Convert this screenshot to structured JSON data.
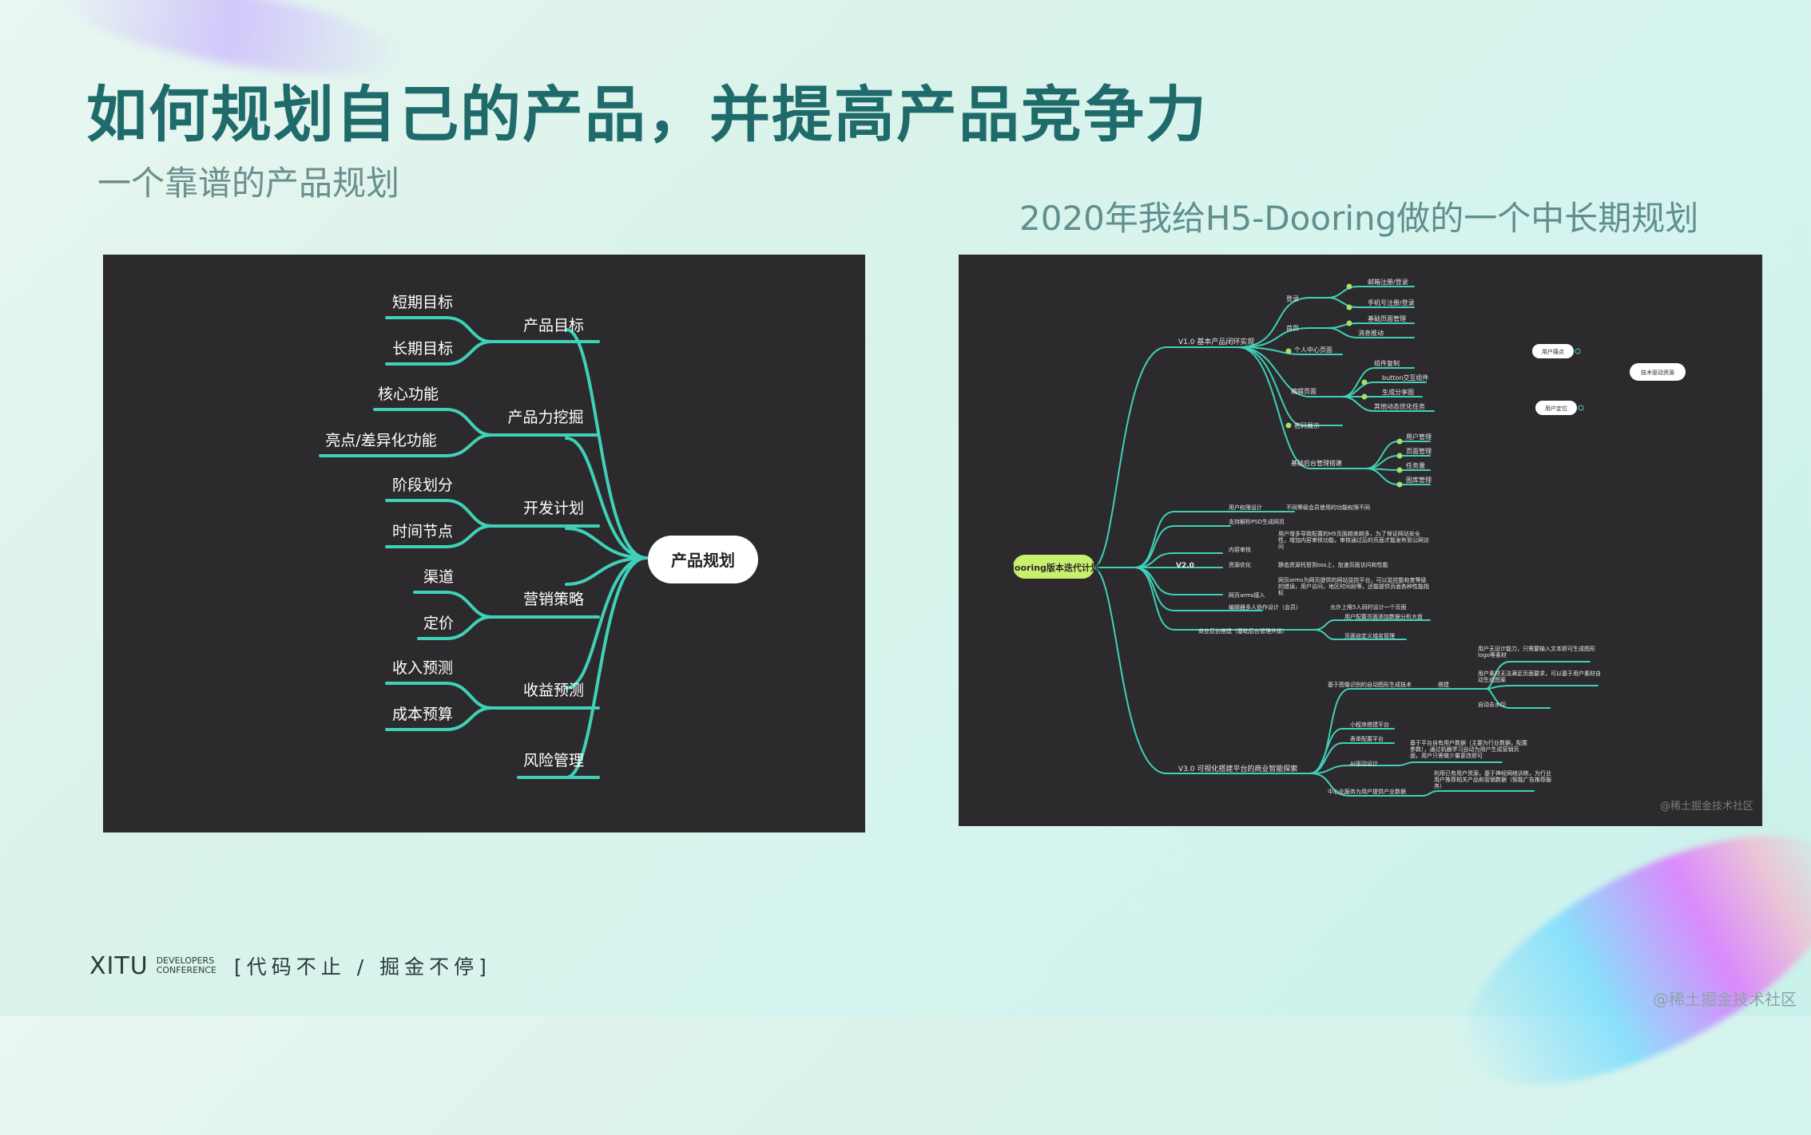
{
  "slide": {
    "title": "如何规划自己的产品，并提高产品竞争力",
    "subtitle": "一个靠谱的产品规划",
    "right_caption": "2020年我给H5-Dooring做的一个中长期规划",
    "watermark": "@稀土掘金技术社区"
  },
  "left_map": {
    "root": "产品规划",
    "branches": [
      {
        "label": "产品目标",
        "children": [
          "短期目标",
          "长期目标"
        ]
      },
      {
        "label": "产品力挖掘",
        "children": [
          "核心功能",
          "亮点/差异化功能"
        ]
      },
      {
        "label": "开发计划",
        "children": [
          "阶段划分",
          "时间节点"
        ]
      },
      {
        "label": "营销策略",
        "children": [
          "渠道",
          "定价"
        ]
      },
      {
        "label": "收益预测",
        "children": [
          "收入预测",
          "成本预算"
        ]
      },
      {
        "label": "风险管理",
        "children": []
      }
    ]
  },
  "right_map": {
    "root": "dooring版本迭代计划",
    "v1": {
      "label": "V1.0 基本产品闭环实现",
      "login": "登录",
      "login_items": [
        "邮箱注册/登录",
        "手机号注册/登录"
      ],
      "home": "首页",
      "home_items": [
        "基础页面管理",
        "消息推动"
      ],
      "personal": "个人中心页面",
      "editor": "编辑页面",
      "editor_items": [
        "组件复制",
        "button交互组件",
        "生成分享图",
        "其他动态优化任务"
      ],
      "preview": "密码展示",
      "admin": "基础后台管理搭建",
      "admin_items": [
        "用户管理",
        "页面管理",
        "任务量",
        "图库管理"
      ]
    },
    "v2": {
      "label": "V2.0",
      "rows": [
        {
          "left": "用户权限设计",
          "right": "不同等级会员使用的功能权限不同"
        },
        {
          "left": "支持解析PSD生成网页",
          "right": ""
        },
        {
          "left": "内容审核",
          "right": "用户增多导致配置的H5页面越来越多，为了保证网站安全性，增加内容审核功能，审核通过后的页面才能发布到公网访问"
        },
        {
          "left": "资源优化",
          "right": "静态资源托管到oss上，加速页面访问和性能"
        },
        {
          "left": "网页arms接入",
          "right": "网页arms为网页提供的网站监控平台，可以监控能和查等级的错误，用户访问，地区时间段等，还能提供页面各种性能指标"
        },
        {
          "left": "编辑器多人协作设计（会员）",
          "right": "允许上限5人同时设计一个页面"
        },
        {
          "left": "商业后台搭建（基础后台管理升级）",
          "right": "用户配置页面添加数据分析大盘"
        },
        {
          "left": "",
          "right": "页面自定义域名管理"
        }
      ]
    },
    "v3": {
      "label": "V3.0 可视化搭建平台的商业智能探索",
      "image_gen": "基于图像识别的自动图形生成技术",
      "image_mid": "搭建",
      "image_items": [
        "用户无设计能力，只需要输入文本即可生成图形logo等素材",
        "用户素材无法满足页面要求，可以基于用户素材自动生成图案",
        "自动去水印"
      ],
      "mini": "小程序搭建平台",
      "form": "表单配置平台",
      "ai": "AI驱动设计",
      "ai_text": "基于平台自有用户数据（主要为行业数据，配置参数），通过机器学习自动为用户生成营销页面，用户只需做少量更改即可",
      "center": "中心化服务为用户提供产业数据",
      "center_text": "利用已有用户资源，基于神经网络训练，为行业用户推荐相关产品和营销数据（智能广告推荐服务）"
    },
    "side_nodes": [
      "用户痛点",
      "技术驱动资源",
      "用户定位"
    ],
    "watermark": "@稀土掘金技术社区"
  },
  "footer": {
    "brand": "XITU",
    "brand_sub_1": "DEVELOPERS",
    "brand_sub_2": "CONFERENCE",
    "slogan": "[代码不止 / 掘金不停]"
  }
}
